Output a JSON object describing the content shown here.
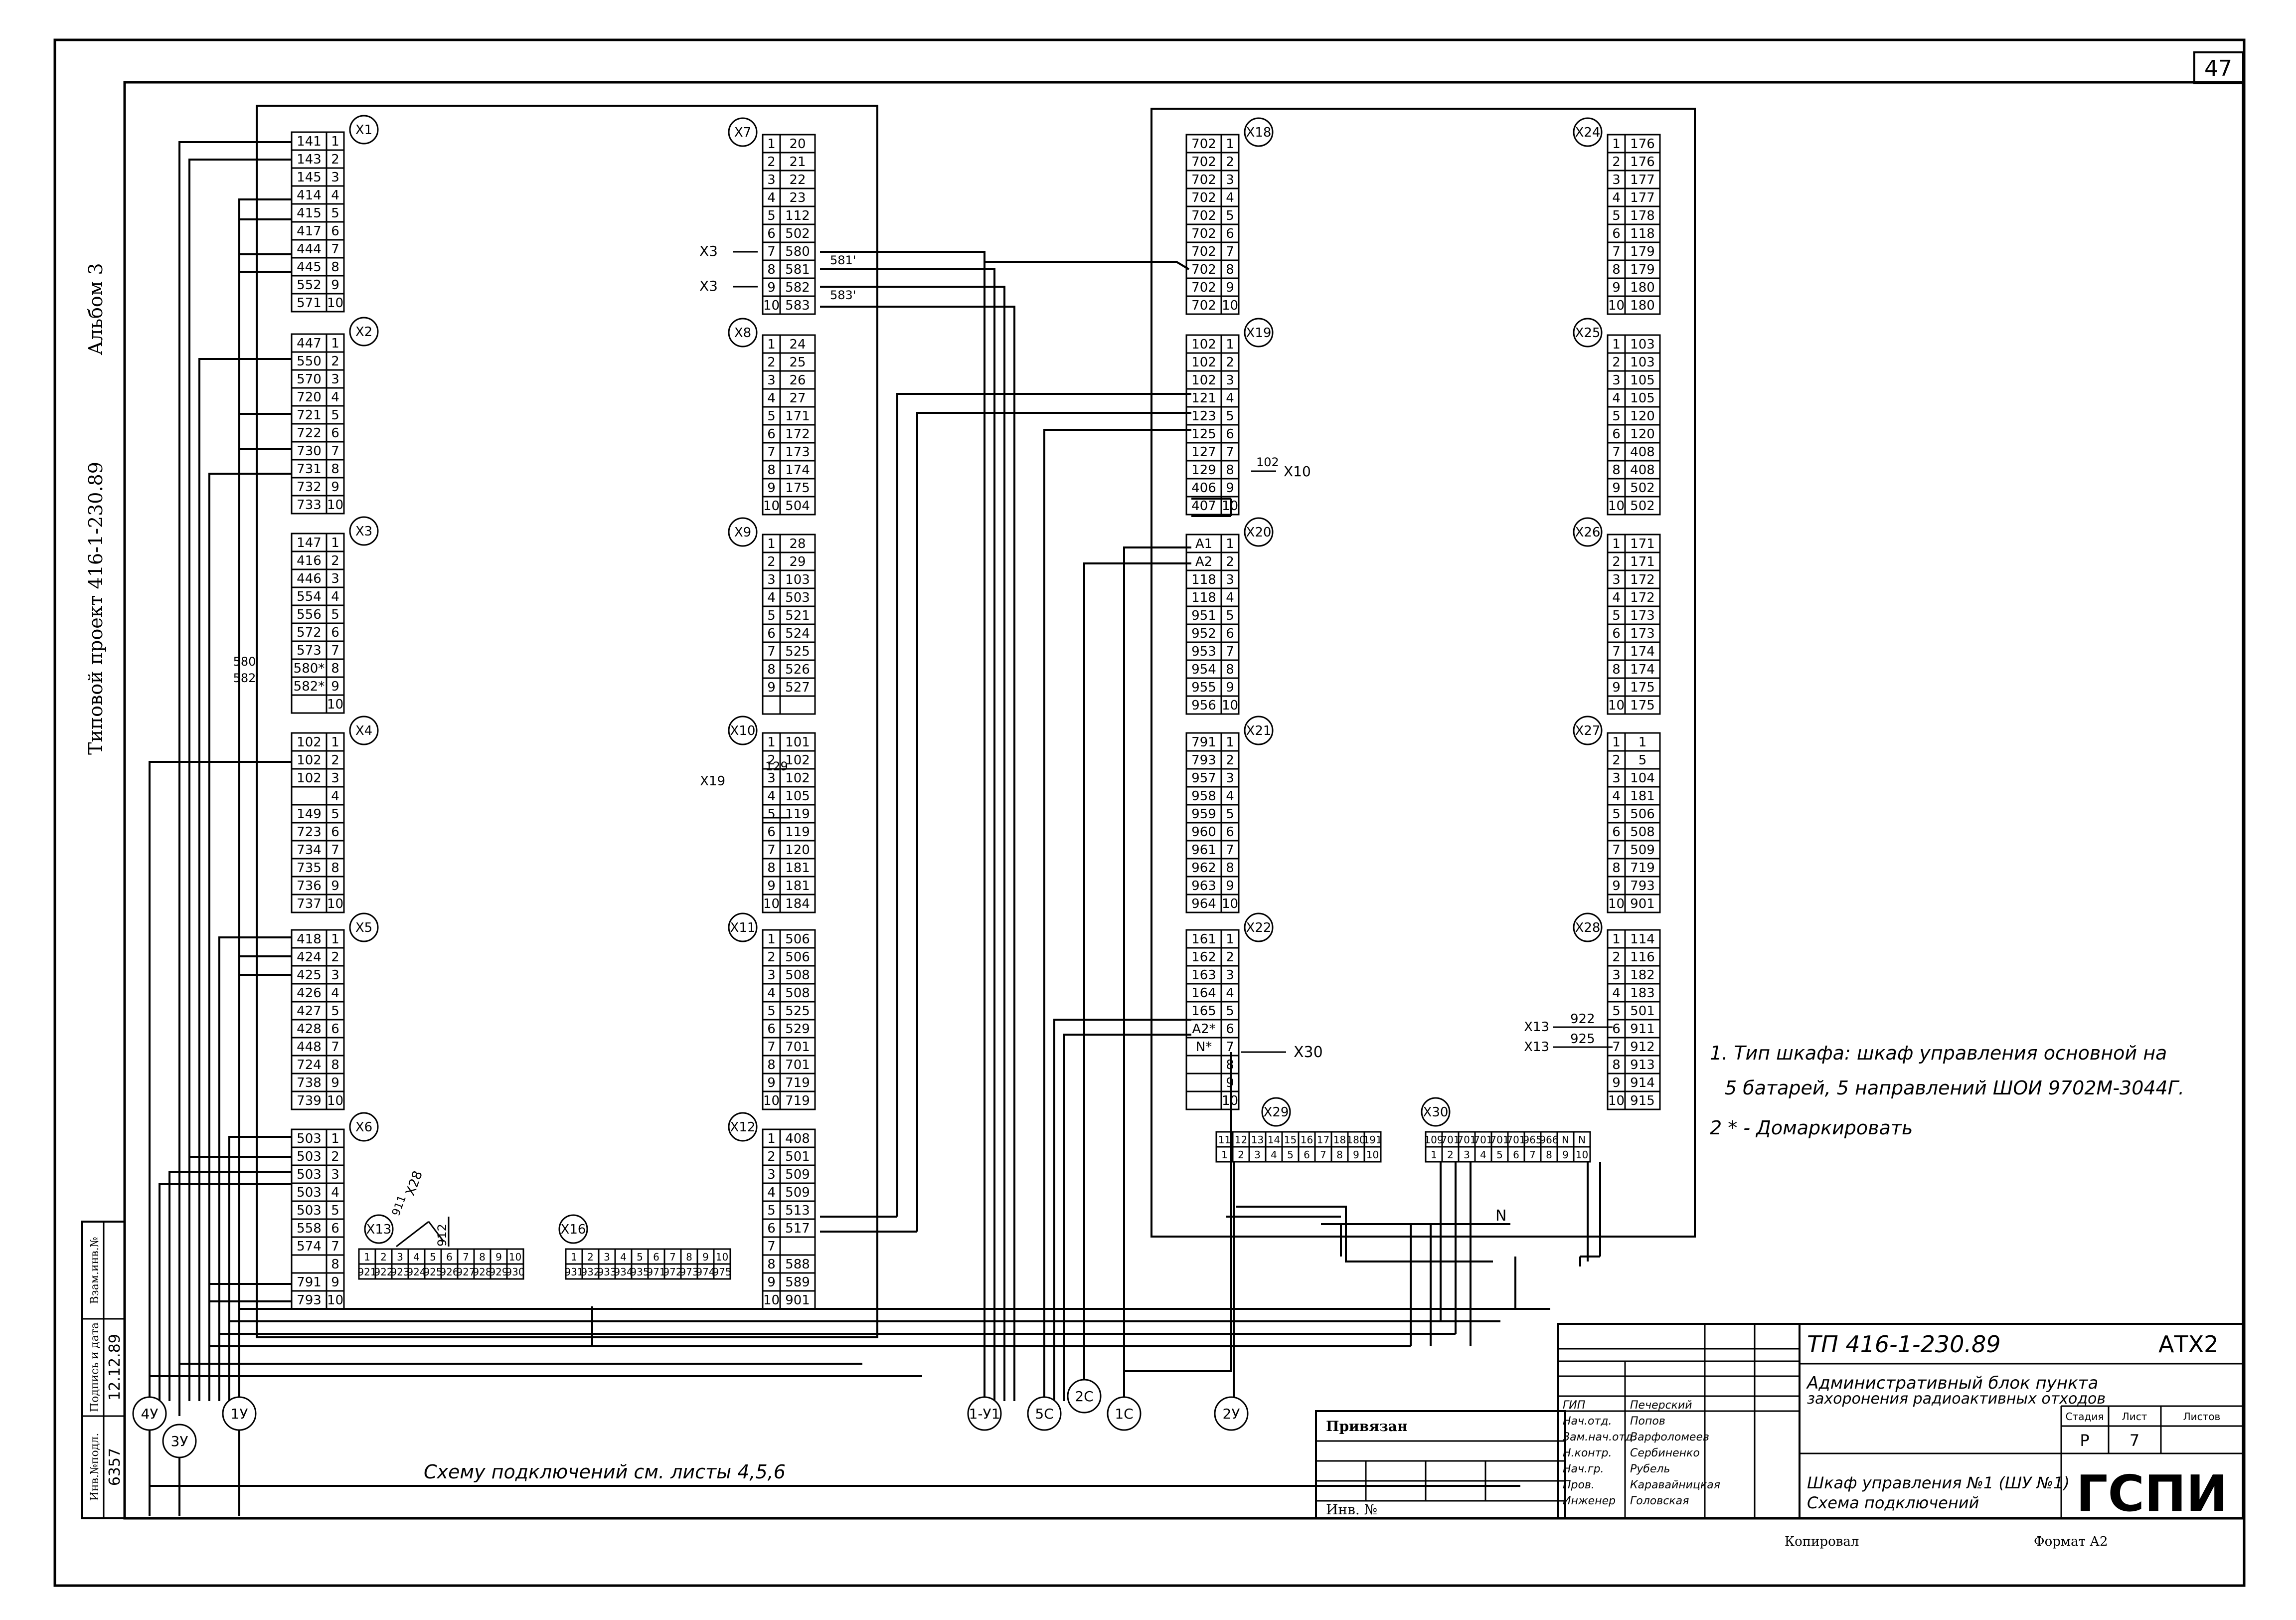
{
  "sheet_number": "47",
  "album": "Альбом 3",
  "project_code_vertical": "Типовой проект 416-1-230.89",
  "terminal_blocks": [
    {
      "id": "X1",
      "left": true,
      "col": 0,
      "rows": [
        [
          "141",
          "1"
        ],
        [
          "143",
          "2"
        ],
        [
          "145",
          "3"
        ],
        [
          "414",
          "4"
        ],
        [
          "415",
          "5"
        ],
        [
          "417",
          "6"
        ],
        [
          "444",
          "7"
        ],
        [
          "445",
          "8"
        ],
        [
          "552",
          "9"
        ],
        [
          "571",
          "10"
        ]
      ]
    },
    {
      "id": "X2",
      "left": true,
      "col": 0,
      "rows": [
        [
          "447",
          "1"
        ],
        [
          "550",
          "2"
        ],
        [
          "570",
          "3"
        ],
        [
          "720",
          "4"
        ],
        [
          "721",
          "5"
        ],
        [
          "722",
          "6"
        ],
        [
          "730",
          "7"
        ],
        [
          "731",
          "8"
        ],
        [
          "732",
          "9"
        ],
        [
          "733",
          "10"
        ]
      ]
    },
    {
      "id": "X3",
      "left": true,
      "col": 0,
      "rows": [
        [
          "147",
          "1"
        ],
        [
          "416",
          "2"
        ],
        [
          "446",
          "3"
        ],
        [
          "554",
          "4"
        ],
        [
          "556",
          "5"
        ],
        [
          "572",
          "6"
        ],
        [
          "573",
          "7"
        ],
        [
          "580*",
          "8"
        ],
        [
          "582*",
          "9"
        ],
        [
          "",
          "10"
        ]
      ]
    },
    {
      "id": "X4",
      "left": true,
      "col": 0,
      "rows": [
        [
          "102",
          "1"
        ],
        [
          "102",
          "2"
        ],
        [
          "102",
          "3"
        ],
        [
          "",
          "4"
        ],
        [
          "149",
          "5"
        ],
        [
          "723",
          "6"
        ],
        [
          "734",
          "7"
        ],
        [
          "735",
          "8"
        ],
        [
          "736",
          "9"
        ],
        [
          "737",
          "10"
        ]
      ]
    },
    {
      "id": "X5",
      "left": true,
      "col": 0,
      "rows": [
        [
          "418",
          "1"
        ],
        [
          "424",
          "2"
        ],
        [
          "425",
          "3"
        ],
        [
          "426",
          "4"
        ],
        [
          "427",
          "5"
        ],
        [
          "428",
          "6"
        ],
        [
          "448",
          "7"
        ],
        [
          "724",
          "8"
        ],
        [
          "738",
          "9"
        ],
        [
          "739",
          "10"
        ]
      ]
    },
    {
      "id": "X6",
      "left": true,
      "col": 0,
      "rows": [
        [
          "503",
          "1"
        ],
        [
          "503",
          "2"
        ],
        [
          "503",
          "3"
        ],
        [
          "503",
          "4"
        ],
        [
          "503",
          "5"
        ],
        [
          "558",
          "6"
        ],
        [
          "574",
          "7"
        ],
        [
          "",
          "8"
        ],
        [
          "791",
          "9"
        ],
        [
          "793",
          "10"
        ]
      ]
    },
    {
      "id": "X7",
      "left": false,
      "col": 1,
      "rows": [
        [
          "1",
          "20"
        ],
        [
          "2",
          "21"
        ],
        [
          "3",
          "22"
        ],
        [
          "4",
          "23"
        ],
        [
          "5",
          "112"
        ],
        [
          "6",
          "502"
        ],
        [
          "7",
          "580"
        ],
        [
          "8",
          "581"
        ],
        [
          "9",
          "582"
        ],
        [
          "10",
          "583"
        ]
      ]
    },
    {
      "id": "X8",
      "left": false,
      "col": 1,
      "rows": [
        [
          "1",
          "24"
        ],
        [
          "2",
          "25"
        ],
        [
          "3",
          "26"
        ],
        [
          "4",
          "27"
        ],
        [
          "5",
          "171"
        ],
        [
          "6",
          "172"
        ],
        [
          "7",
          "173"
        ],
        [
          "8",
          "174"
        ],
        [
          "9",
          "175"
        ],
        [
          "10",
          "504"
        ]
      ]
    },
    {
      "id": "X9",
      "left": false,
      "col": 1,
      "rows": [
        [
          "1",
          "28"
        ],
        [
          "2",
          "29"
        ],
        [
          "3",
          "103"
        ],
        [
          "4",
          "503"
        ],
        [
          "5",
          "521"
        ],
        [
          "6",
          "524"
        ],
        [
          "7",
          "525"
        ],
        [
          "8",
          "526"
        ],
        [
          "9",
          "527"
        ],
        [
          "",
          ""
        ]
      ]
    },
    {
      "id": "X10",
      "left": false,
      "col": 1,
      "rows": [
        [
          "1",
          "101"
        ],
        [
          "2",
          "102"
        ],
        [
          "3",
          "102"
        ],
        [
          "4",
          "105"
        ],
        [
          "5",
          "119"
        ],
        [
          "6",
          "119"
        ],
        [
          "7",
          "120"
        ],
        [
          "8",
          "181"
        ],
        [
          "9",
          "181"
        ],
        [
          "10",
          "184"
        ]
      ]
    },
    {
      "id": "X11",
      "left": false,
      "col": 1,
      "rows": [
        [
          "1",
          "506"
        ],
        [
          "2",
          "506"
        ],
        [
          "3",
          "508"
        ],
        [
          "4",
          "508"
        ],
        [
          "5",
          "525"
        ],
        [
          "6",
          "529"
        ],
        [
          "7",
          "701"
        ],
        [
          "8",
          "701"
        ],
        [
          "9",
          "719"
        ],
        [
          "10",
          "719"
        ]
      ]
    },
    {
      "id": "X12",
      "left": false,
      "col": 1,
      "rows": [
        [
          "1",
          "408"
        ],
        [
          "2",
          "501"
        ],
        [
          "3",
          "509"
        ],
        [
          "4",
          "509"
        ],
        [
          "5",
          "513"
        ],
        [
          "6",
          "517"
        ],
        [
          "7",
          ""
        ],
        [
          "8",
          "588"
        ],
        [
          "9",
          "589"
        ],
        [
          "10",
          "901"
        ]
      ]
    },
    {
      "id": "X18",
      "left": true,
      "col": 2,
      "rows": [
        [
          "702",
          "1"
        ],
        [
          "702",
          "2"
        ],
        [
          "702",
          "3"
        ],
        [
          "702",
          "4"
        ],
        [
          "702",
          "5"
        ],
        [
          "702",
          "6"
        ],
        [
          "702",
          "7"
        ],
        [
          "702",
          "8"
        ],
        [
          "702",
          "9"
        ],
        [
          "702",
          "10"
        ]
      ]
    },
    {
      "id": "X19",
      "left": true,
      "col": 2,
      "rows": [
        [
          "102",
          "1"
        ],
        [
          "102",
          "2"
        ],
        [
          "102",
          "3"
        ],
        [
          "121",
          "4"
        ],
        [
          "123",
          "5"
        ],
        [
          "125",
          "6"
        ],
        [
          "127",
          "7"
        ],
        [
          "129",
          "8"
        ],
        [
          "406",
          "9"
        ],
        [
          "407",
          "10"
        ]
      ]
    },
    {
      "id": "X20",
      "left": true,
      "col": 2,
      "rows": [
        [
          "A1",
          "1"
        ],
        [
          "A2",
          "2"
        ],
        [
          "118",
          "3"
        ],
        [
          "118",
          "4"
        ],
        [
          "951",
          "5"
        ],
        [
          "952",
          "6"
        ],
        [
          "953",
          "7"
        ],
        [
          "954",
          "8"
        ],
        [
          "955",
          "9"
        ],
        [
          "956",
          "10"
        ]
      ]
    },
    {
      "id": "X21",
      "left": true,
      "col": 2,
      "rows": [
        [
          "791",
          "1"
        ],
        [
          "793",
          "2"
        ],
        [
          "957",
          "3"
        ],
        [
          "958",
          "4"
        ],
        [
          "959",
          "5"
        ],
        [
          "960",
          "6"
        ],
        [
          "961",
          "7"
        ],
        [
          "962",
          "8"
        ],
        [
          "963",
          "9"
        ],
        [
          "964",
          "10"
        ]
      ]
    },
    {
      "id": "X22",
      "left": true,
      "col": 2,
      "rows": [
        [
          "161",
          "1"
        ],
        [
          "162",
          "2"
        ],
        [
          "163",
          "3"
        ],
        [
          "164",
          "4"
        ],
        [
          "165",
          "5"
        ],
        [
          "A2*",
          "6"
        ],
        [
          "N*",
          "7"
        ],
        [
          "",
          "8"
        ],
        [
          "",
          "9"
        ],
        [
          "",
          "10"
        ]
      ]
    },
    {
      "id": "X24",
      "left": false,
      "col": 3,
      "rows": [
        [
          "1",
          "176"
        ],
        [
          "2",
          "176"
        ],
        [
          "3",
          "177"
        ],
        [
          "4",
          "177"
        ],
        [
          "5",
          "178"
        ],
        [
          "6",
          "118"
        ],
        [
          "7",
          "179"
        ],
        [
          "8",
          "179"
        ],
        [
          "9",
          "180"
        ],
        [
          "10",
          "180"
        ]
      ]
    },
    {
      "id": "X25",
      "left": false,
      "col": 3,
      "rows": [
        [
          "1",
          "103"
        ],
        [
          "2",
          "103"
        ],
        [
          "3",
          "105"
        ],
        [
          "4",
          "105"
        ],
        [
          "5",
          "120"
        ],
        [
          "6",
          "120"
        ],
        [
          "7",
          "408"
        ],
        [
          "8",
          "408"
        ],
        [
          "9",
          "502"
        ],
        [
          "10",
          "502"
        ]
      ]
    },
    {
      "id": "X26",
      "left": false,
      "col": 3,
      "rows": [
        [
          "1",
          "171"
        ],
        [
          "2",
          "171"
        ],
        [
          "3",
          "172"
        ],
        [
          "4",
          "172"
        ],
        [
          "5",
          "173"
        ],
        [
          "6",
          "173"
        ],
        [
          "7",
          "174"
        ],
        [
          "8",
          "174"
        ],
        [
          "9",
          "175"
        ],
        [
          "10",
          "175"
        ]
      ]
    },
    {
      "id": "X27",
      "left": false,
      "col": 3,
      "rows": [
        [
          "1",
          "1"
        ],
        [
          "2",
          "5"
        ],
        [
          "3",
          "104"
        ],
        [
          "4",
          "181"
        ],
        [
          "5",
          "506"
        ],
        [
          "6",
          "508"
        ],
        [
          "7",
          "509"
        ],
        [
          "8",
          "719"
        ],
        [
          "9",
          "793"
        ],
        [
          "10",
          "901"
        ]
      ]
    },
    {
      "id": "X28",
      "left": false,
      "col": 3,
      "rows": [
        [
          "1",
          "114"
        ],
        [
          "2",
          "116"
        ],
        [
          "3",
          "182"
        ],
        [
          "4",
          "183"
        ],
        [
          "5",
          "501"
        ],
        [
          "6",
          "911"
        ],
        [
          "7",
          "912"
        ],
        [
          "8",
          "913"
        ],
        [
          "9",
          "914"
        ],
        [
          "10",
          "915"
        ]
      ]
    }
  ],
  "horizontal_blocks": [
    {
      "id": "X13",
      "top": [
        "1",
        "2",
        "3",
        "4",
        "5",
        "6",
        "7",
        "8",
        "9",
        "10"
      ],
      "bottom": [
        "921",
        "922",
        "923",
        "924",
        "925",
        "926",
        "927",
        "928",
        "929",
        "930"
      ]
    },
    {
      "id": "X16",
      "top": [
        "1",
        "2",
        "3",
        "4",
        "5",
        "6",
        "7",
        "8",
        "9",
        "10"
      ],
      "bottom": [
        "931",
        "932",
        "933",
        "934",
        "935",
        "971",
        "972",
        "973",
        "974",
        "975"
      ]
    },
    {
      "id": "X29",
      "top": [
        "11",
        "12",
        "13",
        "14",
        "15",
        "16",
        "17",
        "18",
        "180",
        "191"
      ],
      "bottom": [
        "1",
        "2",
        "3",
        "4",
        "5",
        "6",
        "7",
        "8",
        "9",
        "10"
      ]
    },
    {
      "id": "X30",
      "top": [
        "109",
        "701",
        "701",
        "701",
        "701",
        "701",
        "965",
        "966",
        "N",
        "N"
      ],
      "bottom": [
        "1",
        "2",
        "3",
        "4",
        "5",
        "6",
        "7",
        "8",
        "9",
        "10"
      ]
    }
  ],
  "annotations": {
    "x3_a": "X3",
    "x3_b": "X3",
    "w581": "581'",
    "w583": "583'",
    "w580": "580'",
    "w582": "582'",
    "x19_ref": "X19",
    "w129": "129",
    "w102": "102",
    "x10_ref": "X10",
    "x30_ref": "X30",
    "x13_a": "X13",
    "x13_b": "X13",
    "w922": "922",
    "w925": "925",
    "x28_ref": "X28",
    "w911": "911",
    "w912": "912",
    "n_label": "N"
  },
  "bundles": [
    "4У",
    "3У",
    "1У",
    "1-У1",
    "5С",
    "2С",
    "1С",
    "2У"
  ],
  "bottom_note": "Схему подключений см. листы 4,5,6",
  "notes": [
    "1. Тип шкафа: шкаф управления основной  на",
    "5 батарей, 5 направлений  ШОИ 9702М-3044Г.",
    "2  * - Домаркировать"
  ],
  "title_block": {
    "code": "ТП 416-1-230.89",
    "sheet_code": "АТХ2",
    "description_1": "Административный блок пункта",
    "description_2": "захоронения радиоактивных отходов",
    "drawing_title_1": "Шкаф управления №1 (ШУ №1)",
    "drawing_title_2": "Схема подключений",
    "stage_header": "Стадия",
    "sheet_header": "Лист",
    "sheets_header": "Листов",
    "stage": "Р",
    "sheet": "7",
    "org": "ГСПИ",
    "bound_label": "Привязан",
    "inv_label": "Инв. №",
    "copied": "Копировал",
    "format": "Формат А2",
    "staff": [
      [
        "ГИП",
        "Печерский"
      ],
      [
        "Нач.отд.",
        "Попов"
      ],
      [
        "Зам.нач.отд.",
        "Варфоломеев"
      ],
      [
        "Н.контр.",
        "Сербиненко"
      ],
      [
        "Нач.гр.",
        "Рубель"
      ],
      [
        "Пров.",
        "Каравайницкая"
      ],
      [
        "Инженер",
        "Головская"
      ]
    ]
  },
  "left_stamp": [
    "Взам.инв.№",
    "Подпись и дата",
    "Инв.№подл.",
    "12.12.89",
    "6357"
  ]
}
